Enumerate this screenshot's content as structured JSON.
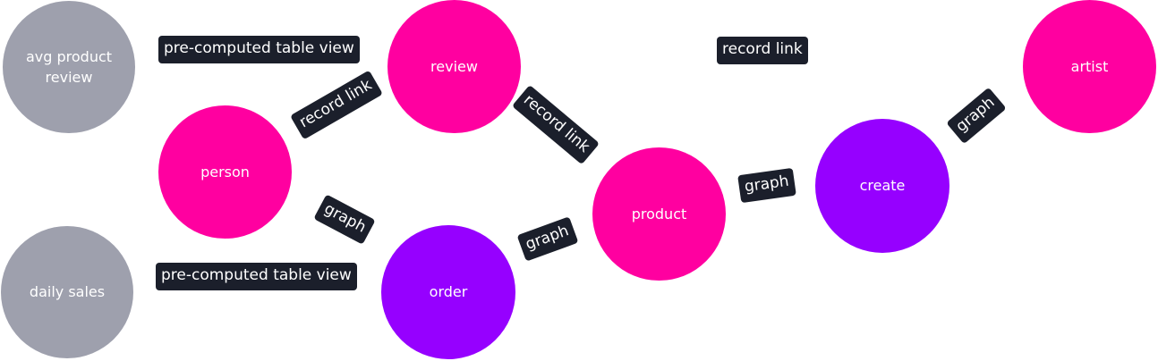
{
  "colors": {
    "table_node": "#9ea0ad",
    "record_node": "#ff00a0",
    "graph_node": "#9600ff",
    "label_bg": "#1b1f2b",
    "text": "#ffffff"
  },
  "nodes": {
    "avg_product_review": {
      "label_1": "avg product",
      "label_2": "review"
    },
    "daily_sales": {
      "label": "daily sales"
    },
    "person": {
      "label": "person"
    },
    "review": {
      "label": "review"
    },
    "product": {
      "label": "product"
    },
    "order": {
      "label": "order"
    },
    "create": {
      "label": "create"
    },
    "artist": {
      "label": "artist"
    }
  },
  "edges": {
    "view_avg_review": "pre-computed table view",
    "view_daily_sales": "pre-computed table view",
    "person_review": "record link",
    "review_product": "record link",
    "top_record_link": "record link",
    "person_order": "graph",
    "order_product": "graph",
    "product_create": "graph",
    "create_artist": "graph"
  }
}
